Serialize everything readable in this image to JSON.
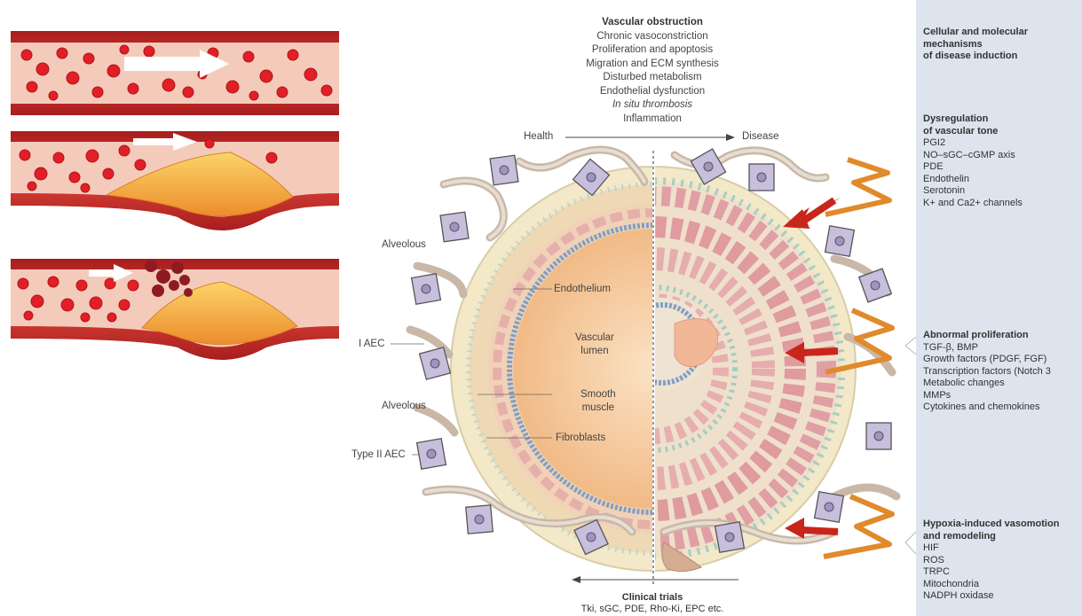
{
  "vascular_obstruction": {
    "title": "Vascular obstruction",
    "items": [
      "Chronic vasoconstriction",
      "Proliferation and apoptosis",
      "Migration and ECM synthesis",
      "Disturbed metabolism",
      "Endothelial dysfunction",
      "In situ thrombosis",
      "Inflammation"
    ]
  },
  "axis": {
    "health": "Health",
    "disease": "Disease"
  },
  "left_labels": {
    "alveolous_top": "Alveolous",
    "i_aec": "I AEC",
    "alveolous_bottom": "Alveolous",
    "type_ii_aec": "Type II AEC"
  },
  "inner_labels": {
    "endothelium": "Endothelium",
    "vascular_lumen": [
      "Vascular",
      "lumen"
    ],
    "smooth_muscle": [
      "Smooth",
      "muscle"
    ],
    "fibroblasts": "Fibroblasts"
  },
  "mechanisms": {
    "title": [
      "Cellular and molecular",
      "mechanisms",
      "of disease induction"
    ],
    "dysregulation": {
      "title": [
        "Dysregulation",
        "of vascular tone"
      ],
      "items": [
        "PGI2",
        "NO–sGC–cGMP axis",
        "PDE",
        "Endothelin",
        "Serotonin",
        "K+ and Ca2+ channels"
      ]
    },
    "proliferation": {
      "title": [
        "Abnormal proliferation"
      ],
      "items": [
        "TGF-β, BMP",
        "Growth factors (PDGF, FGF)",
        "Transcription factors (Notch 3",
        "Metabolic changes",
        "MMPs",
        "Cytokines and chemokines"
      ]
    },
    "hypoxia": {
      "title": [
        "Hypoxia-induced vasomotion",
        "and remodeling"
      ],
      "items": [
        "HIF",
        "ROS",
        "TRPC",
        "Mitochondria",
        "NADPH oxidase"
      ]
    }
  },
  "clinical_trials": {
    "title": "Clinical trials",
    "text": "Tki, sGC, PDE, Rho-Ki, EPC etc."
  },
  "colors": {
    "vessel_wall": "#c0302a",
    "blood": "#f2c7b6",
    "rbc": "#e21f26",
    "plaque": "#f3a93a",
    "lumen": "#f6c99a",
    "panel": "#dde4ee",
    "cell": "#c7bfdc",
    "arrow": "#c9261b"
  }
}
